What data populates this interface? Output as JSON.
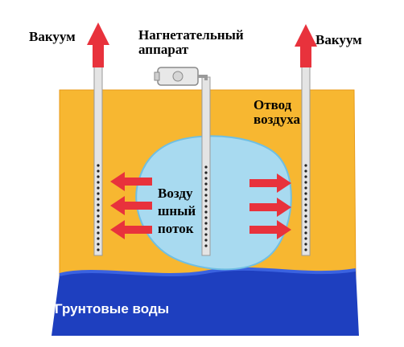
{
  "labels": {
    "vacuum_left": "Вакуум",
    "vacuum_right": "Вакуум",
    "blower_line1": "Нагнетательный",
    "blower_line2": "аппарат",
    "exhaust_line1": "Отвод",
    "exhaust_line2": "воздуха",
    "airflow_line1": "Возду",
    "airflow_line2": "шный",
    "airflow_line3": "поток",
    "groundwater": "Грунтовые воды"
  },
  "colors": {
    "soil": "#f7b731",
    "soil_edge": "#e89a18",
    "plume": "#a8daf0",
    "plume_edge": "#6fbfe3",
    "groundwater": "#1e3fbf",
    "groundwater_top": "#3a62e0",
    "arrow": "#e8323c",
    "pipe": "#e4e4e4",
    "pipe_edge": "#9a9a9a",
    "blower": "#e8e8e8"
  },
  "icons": {
    "vacuum_arrow": "arrow-up-icon",
    "airflow_arrow": "arrow-right-icon",
    "blower": "blower-icon"
  }
}
